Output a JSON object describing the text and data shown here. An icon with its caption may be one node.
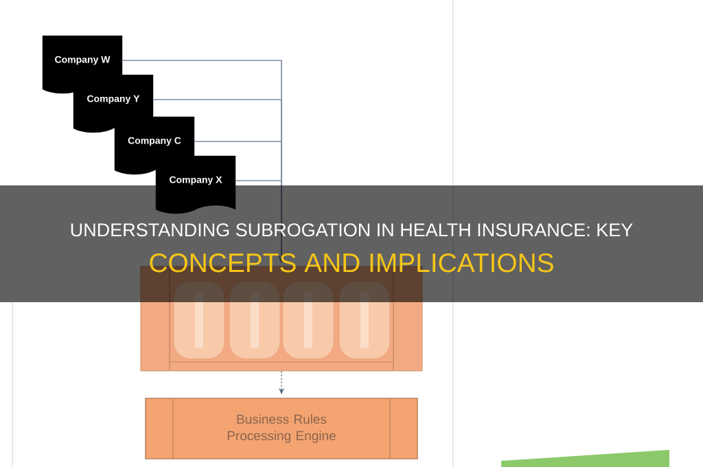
{
  "diagram": {
    "title": "UNDERSTANDING SUBROGATION IN HEALTH INSURANCE: KEY CONCEPTS AND IMPLICATIONS",
    "nodes": [
      {
        "text": [
          "Company W"
        ]
      },
      {
        "text": [
          "Company Y"
        ]
      },
      {
        "text": [
          "Company C"
        ]
      },
      {
        "text": [
          "Company X"
        ]
      },
      {
        "text": [],
        "shape": "box"
      },
      {
        "text": [],
        "shape": "capsule",
        "in": 4
      },
      {
        "text": [],
        "shape": "capsule",
        "in": 4
      },
      {
        "text": [],
        "shape": "capsule",
        "in": 4
      },
      {
        "text": [],
        "shape": "capsule",
        "in": 4
      },
      {
        "text": [
          "Business Rules Processing Engine"
        ]
      },
      {
        "text": [],
        "shape": "band"
      }
    ],
    "edges": [
      {
        "from": 0,
        "to": 4,
        "arrow": "to"
      },
      {
        "from": 1,
        "to": 4,
        "arrow": "to"
      },
      {
        "from": 2,
        "to": 4,
        "arrow": "to"
      },
      {
        "from": 3,
        "to": 4,
        "arrow": "to"
      },
      {
        "from": 4,
        "to": 9,
        "arrow": "to",
        "style": "dashed"
      }
    ]
  }
}
